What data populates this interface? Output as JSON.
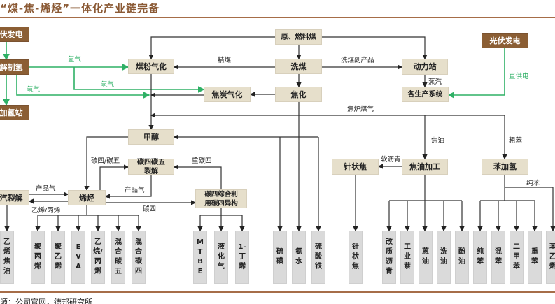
{
  "title": "“煤-焦-烯烃”一体化产业链完备",
  "source": "源：公司官网，德邦研究所",
  "colors": {
    "brown_box": "#8b5e34",
    "beige_box": "#e6dfcb",
    "product_box": "#dadada",
    "green_flow": "#2eb065",
    "rule": "#a66d48"
  },
  "nodes": {
    "pv_left": "伏发电",
    "electrolysis": "解制氢",
    "h2_station": "加氢站",
    "coal_gasification": "煤粉气化",
    "coke_gasification": "焦炭气化",
    "methanol": "甲醇",
    "raw_coal": "原、燃料煤",
    "washing": "洗煤",
    "coking": "焦化",
    "power_station": "动力站",
    "production_systems": "各生产系统",
    "pv_right": "光伏发电",
    "c4c5_cracking": "碳四碳五裂解",
    "olefins": "烯烃",
    "steam_cracking": "汽裂解",
    "c4_utilization": "碳四综合利用碳四异构",
    "needle_coke": "针状焦",
    "tar_processing": "焦油加工",
    "benzene_hydro": "苯加氢"
  },
  "labels": {
    "h2_a": "氢气",
    "h2_b": "氢气",
    "h2_c": "氢气",
    "clean_coal": "精煤",
    "washing_byproduct": "洗煤副产品",
    "steam": "蒸汽",
    "direct_power": "直供电",
    "coke_oven_gas": "焦炉煤气",
    "tar": "焦油",
    "crude_benzene": "粗苯",
    "c4c5": "碳四/碳五",
    "heavy_c4": "重碳四",
    "product_gas_a": "产品气",
    "product_gas_b": "产品气",
    "ethylene_propylene": "乙烯/丙烯",
    "c4": "碳四",
    "soft_pitch": "软沥青",
    "pure_benzene": "纯苯"
  },
  "products": [
    "乙烯焦油",
    "聚丙烯",
    "聚乙烯",
    "EVA",
    "乙烷/丙烯",
    "混合碳五",
    "混合碳四",
    "MTBE",
    "液化气",
    "1-丁烯",
    "硫磺",
    "氨水",
    "硫酸铁",
    "针状焦",
    "改质沥青",
    "工业萘",
    "蒽油",
    "洗油",
    "酚油",
    "纯苯",
    "混苯",
    "二甲苯",
    "重苯",
    "苯乙烯"
  ]
}
